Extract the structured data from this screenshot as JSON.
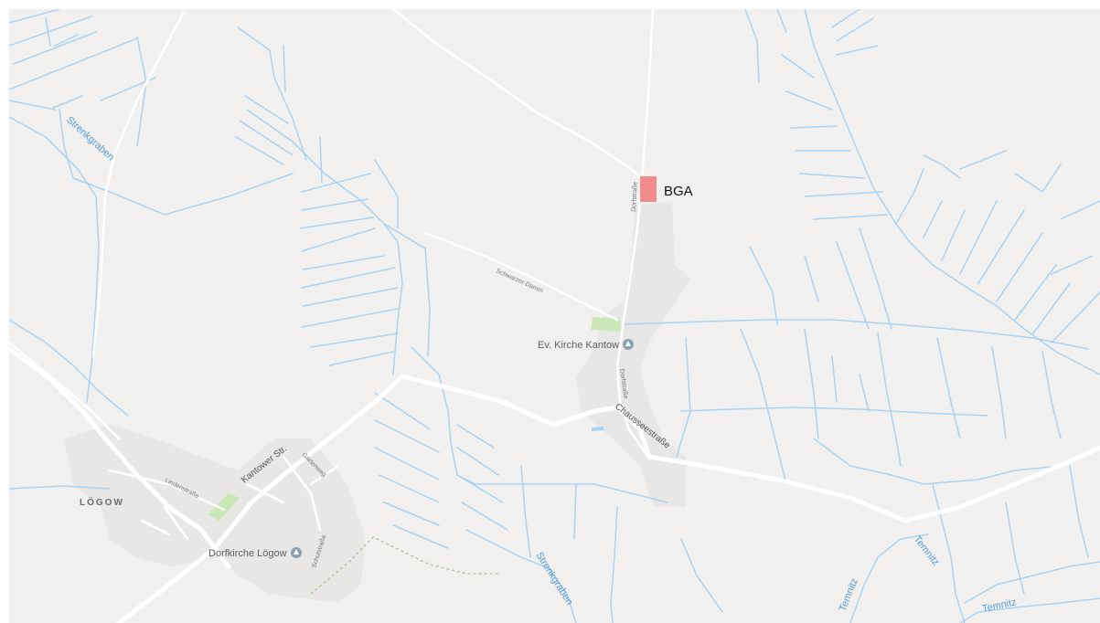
{
  "marker": {
    "label": "BGA",
    "color": "#f28b8b"
  },
  "place": {
    "village": "LÖGOW"
  },
  "poi": {
    "church_kantow": "Ev. Kirche Kantow",
    "church_loegow": "Dorfkirche Lögow"
  },
  "streets": {
    "dorfstrasse": "Dorfstraße",
    "schwarzer_damm": "Schwarzer Damm",
    "chausseestrasse": "Chausseestraße",
    "kantower_str": "Kantower Str.",
    "lindenstrasse": "Lindenstraße",
    "gartenweg": "Gartenweg",
    "schulstrasse": "Schulstraße"
  },
  "waterways": {
    "strenkgraben": "Strenkgraben",
    "temnitz": "Temnitz"
  },
  "colors": {
    "background": "#f2f0ee",
    "water": "#a9d3f2",
    "road": "#ffffff",
    "built_area": "#e8e7e6",
    "park": "#c9e8b5",
    "poi_icon": "#8aa2b4"
  }
}
